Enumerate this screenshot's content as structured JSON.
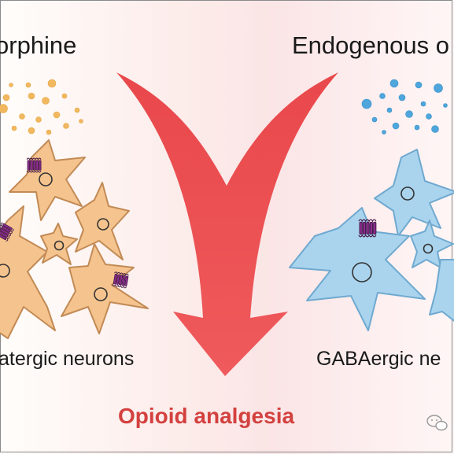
{
  "left": {
    "title": "orphine",
    "neuron_label": "atergic neurons",
    "color": "#f3c18a"
  },
  "right": {
    "title": "Endogenous o",
    "neuron_label": "GABAergic ne",
    "color": "#a9d4ee"
  },
  "center": {
    "bottom_label": "Opioid analgesia",
    "arrow_color": "#e84a4d"
  },
  "icons": {
    "receptor": "receptor-icon",
    "watermark": "wechat-logo-icon"
  }
}
